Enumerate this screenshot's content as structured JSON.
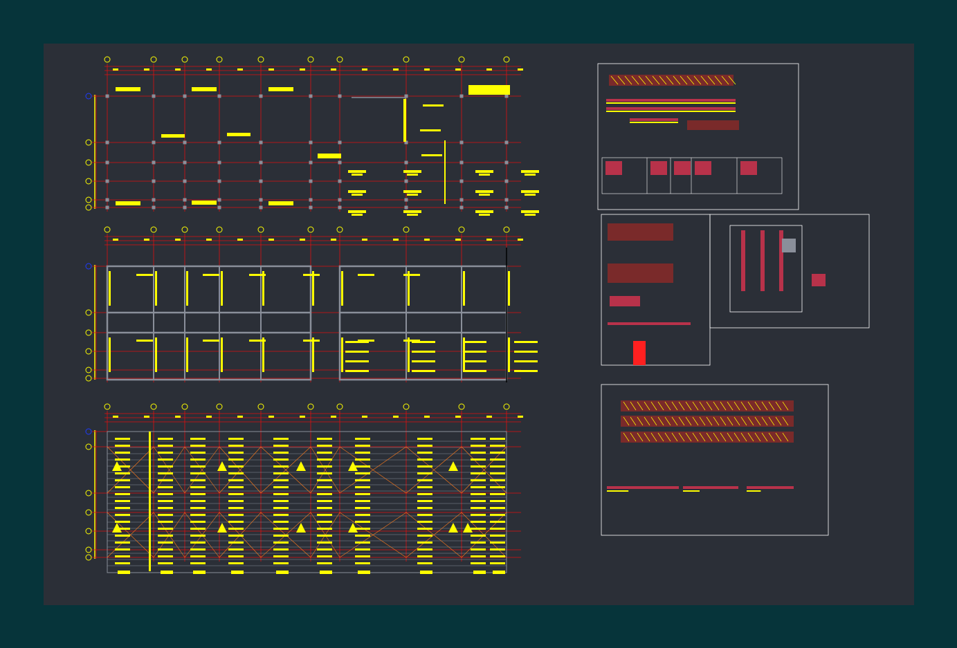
{
  "drawing": {
    "colors": {
      "background": "#06343a",
      "sheet": "#2b2f37",
      "grid_lines": "#e01010",
      "text_blocks": "#ffff00",
      "captions": "#1e3cff",
      "beams": "#8a8f9a",
      "bracing": "#ff7a1a",
      "frame": "#ffffff",
      "grid_bubble_top": "#ffff00",
      "grid_bubble_first": "#1e3cff"
    },
    "plans": [
      {
        "id": "plan-foundation",
        "caption": ""
      },
      {
        "id": "plan-beams",
        "caption": ""
      },
      {
        "id": "plan-roof",
        "caption": ""
      }
    ],
    "detail_sheets": [
      {
        "id": "truss-details-sheet"
      },
      {
        "id": "connection-details-sheet"
      },
      {
        "id": "column-details-sheet"
      },
      {
        "id": "purlin-details-sheet"
      }
    ]
  }
}
